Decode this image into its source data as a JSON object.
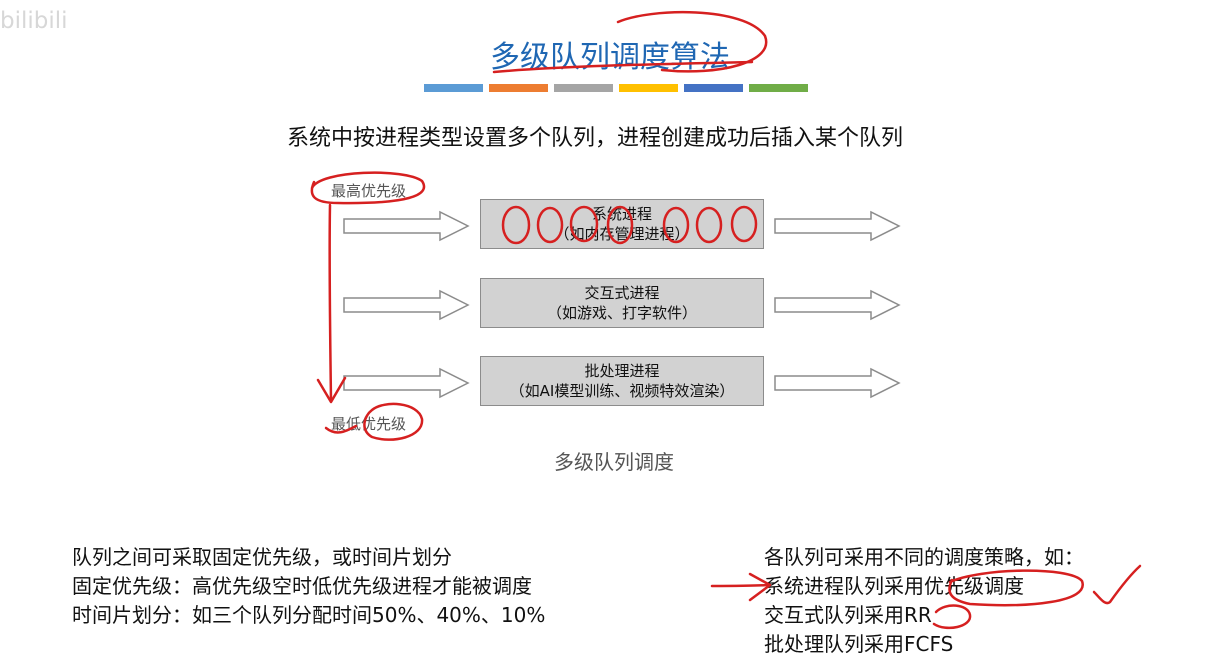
{
  "watermark": "bilibili",
  "title": "多级队列调度算法",
  "color_bar": [
    "#5b9bd5",
    "#ed7d31",
    "#a5a5a5",
    "#ffc000",
    "#4472c4",
    "#70ad47"
  ],
  "subtitle": "系统中按进程类型设置多个队列，进程创建成功后插入某个队列",
  "priority": {
    "highest": "最高优先级",
    "lowest": "最低优先级"
  },
  "queues": [
    {
      "line1": "系统进程",
      "line2": "（如内存管理进程）"
    },
    {
      "line1": "交互式进程",
      "line2": "（如游戏、打字软件）"
    },
    {
      "line1": "批处理进程",
      "line2": "（如AI模型训练、视频特效渲染）"
    }
  ],
  "diagram_caption": "多级队列调度",
  "notes_left": [
    "队列之间可采取固定优先级，或时间片划分",
    "固定优先级：高优先级空时低优先级进程才能被调度",
    "时间片划分：如三个队列分配时间50%、40%、10%"
  ],
  "notes_right": [
    "各队列可采用不同的调度策略，如：",
    "系统进程队列采用优先级调度",
    "交互式队列采用RR",
    "批处理队列采用FCFS"
  ],
  "annotation_color": "#d62020"
}
